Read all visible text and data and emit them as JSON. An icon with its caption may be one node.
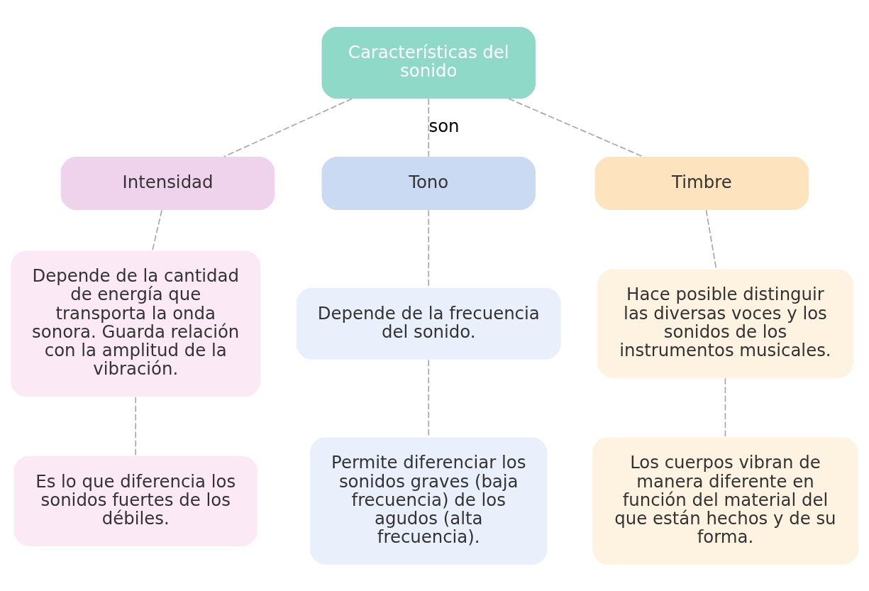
{
  "diagram": {
    "nodes": [
      {
        "text": [
          "Características del sonido"
        ]
      },
      {
        "text": [
          "Intensidad"
        ]
      },
      {
        "text": [
          "Tono"
        ]
      },
      {
        "text": [
          "Timbre"
        ]
      },
      {
        "text": [
          "Depende de la cantidad de energía que transporta la onda sonora. Guarda relación con la amplitud de la vibración."
        ]
      },
      {
        "text": [
          "Depende de la frecuencia del sonido."
        ]
      },
      {
        "text": [
          "Hace posible distinguir las diversas voces y los sonidos de los instrumentos musicales."
        ]
      },
      {
        "text": [
          "Es lo que diferencia los sonidos fuertes de los débiles."
        ]
      },
      {
        "text": [
          "Permite diferenciar los sonidos graves (baja frecuencia) de los agudos (alta frecuencia)."
        ]
      },
      {
        "text": [
          "Los cuerpos vibran de manera diferente en función del material del que están hechos y de su forma."
        ]
      }
    ],
    "edges": [
      {
        "from": 0,
        "to": 1,
        "arrow": "none",
        "style": "dashed"
      },
      {
        "from": 0,
        "to": 2,
        "arrow": "none",
        "style": "dashed",
        "label": "son"
      },
      {
        "from": 0,
        "to": 3,
        "arrow": "none",
        "style": "dashed"
      },
      {
        "from": 1,
        "to": 4,
        "arrow": "none",
        "style": "dashed"
      },
      {
        "from": 4,
        "to": 7,
        "arrow": "none",
        "style": "dashed"
      },
      {
        "from": 2,
        "to": 5,
        "arrow": "none",
        "style": "dashed"
      },
      {
        "from": 5,
        "to": 8,
        "arrow": "none",
        "style": "dashed"
      },
      {
        "from": 3,
        "to": 6,
        "arrow": "none",
        "style": "dashed"
      },
      {
        "from": 6,
        "to": 9,
        "arrow": "none",
        "style": "dashed"
      }
    ]
  }
}
